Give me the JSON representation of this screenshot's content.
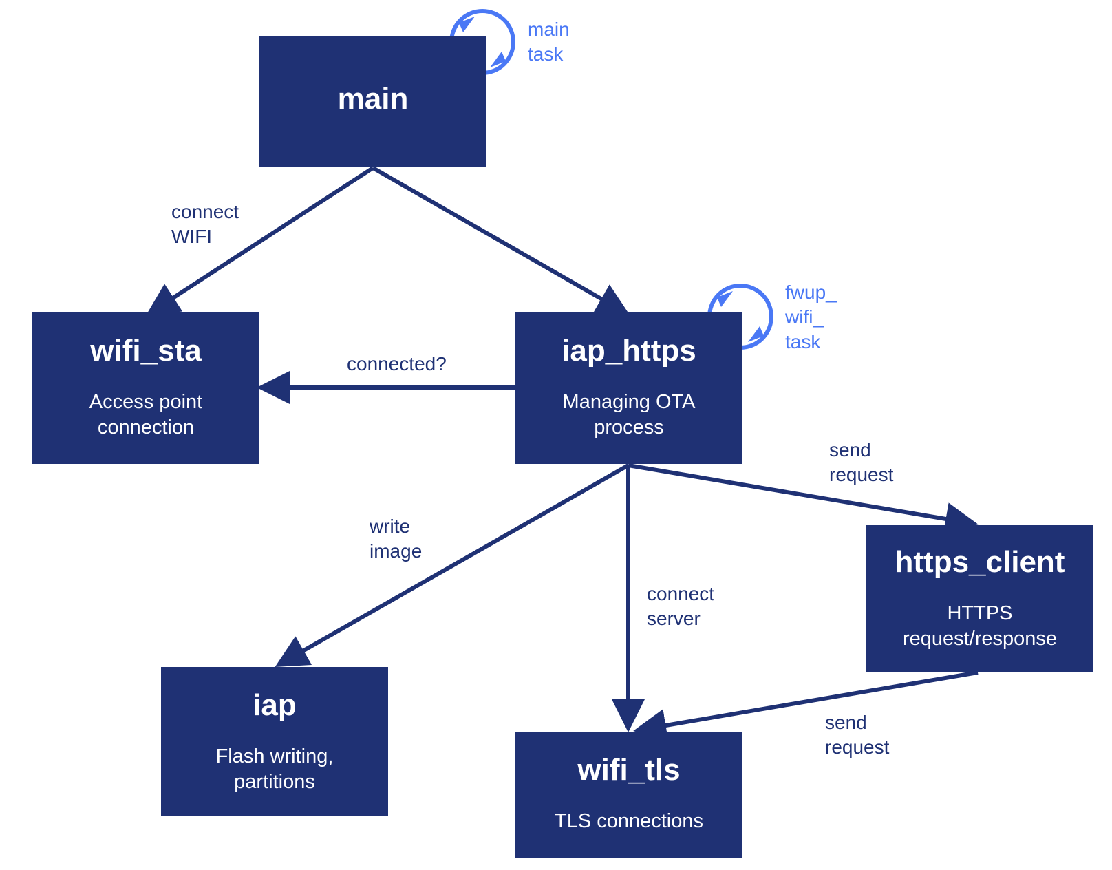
{
  "colors": {
    "box": "#1f3174",
    "text": "#ffffff",
    "arrow": "#1f3174",
    "task": "#4a78f5"
  },
  "nodes": {
    "main": {
      "title": "main",
      "desc": ""
    },
    "wifi_sta": {
      "title": "wifi_sta",
      "desc": "Access point\nconnection"
    },
    "iap_https": {
      "title": "iap_https",
      "desc": "Managing OTA\nprocess"
    },
    "https_client": {
      "title": "https_client",
      "desc": "HTTPS\nrequest/response"
    },
    "iap": {
      "title": "iap",
      "desc": "Flash writing,\npartitions"
    },
    "wifi_tls": {
      "title": "wifi_tls",
      "desc": "TLS connections"
    }
  },
  "edges": {
    "main_to_wifi_sta": "connect\nWIFI",
    "iap_https_to_wifi_sta": "connected?",
    "iap_https_to_iap": "write\nimage",
    "iap_https_to_wifi_tls": "connect\nserver",
    "iap_https_to_https_client": "send\nrequest",
    "https_client_to_wifi_tls": "send\nrequest"
  },
  "tasks": {
    "main_task": "main\ntask",
    "fwup_task": "fwup_\nwifi_\ntask"
  }
}
